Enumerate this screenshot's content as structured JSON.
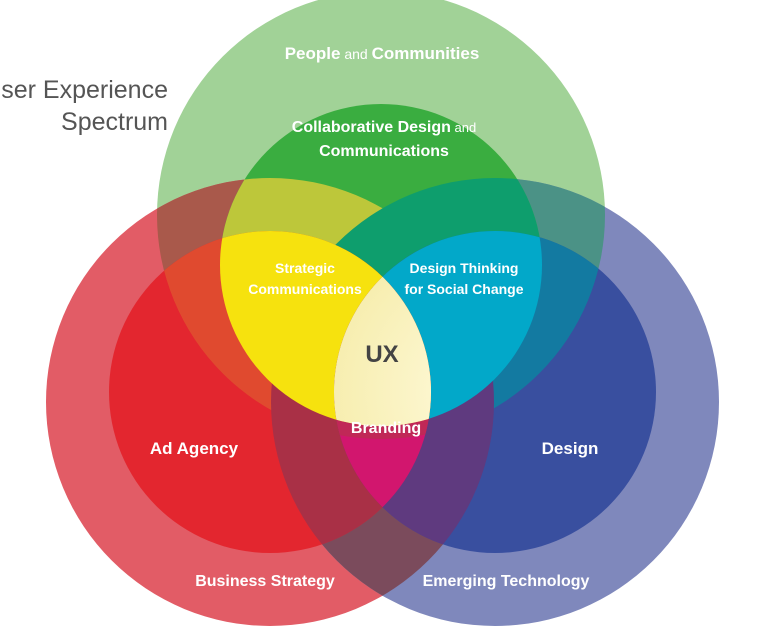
{
  "title": {
    "line1": "User Experience",
    "line2": "Spectrum"
  },
  "circles": {
    "top_outer": {
      "label_html": "People and Communities",
      "part1": "People",
      "part2": " and ",
      "part3": "Communities",
      "color": "#9ccf8f"
    },
    "top_inner": {
      "line1_a": "Collaborative Design",
      "line1_b": " and",
      "line2": "Communications",
      "color": "#3bab3e"
    },
    "left_outer": {
      "label": "Business Strategy",
      "color": "#e05c67"
    },
    "left_inner": {
      "label": "Ad Agency",
      "color": "#e1262f"
    },
    "right_outer": {
      "label": "Emerging Technology",
      "color": "#8188bb"
    },
    "right_inner": {
      "label": "Design",
      "color": "#3b4f9d"
    }
  },
  "intersections": {
    "strategic": {
      "line1": "Strategic",
      "line2": "Communications",
      "color": "#f6e20e"
    },
    "design_thinking": {
      "line1": "Design Thinking",
      "line2": "for Social Change",
      "color": "#01a7c8"
    },
    "branding": {
      "label": "Branding",
      "color": "#d0156d"
    },
    "center": {
      "label": "UX",
      "color": "#fbf4c3"
    }
  }
}
